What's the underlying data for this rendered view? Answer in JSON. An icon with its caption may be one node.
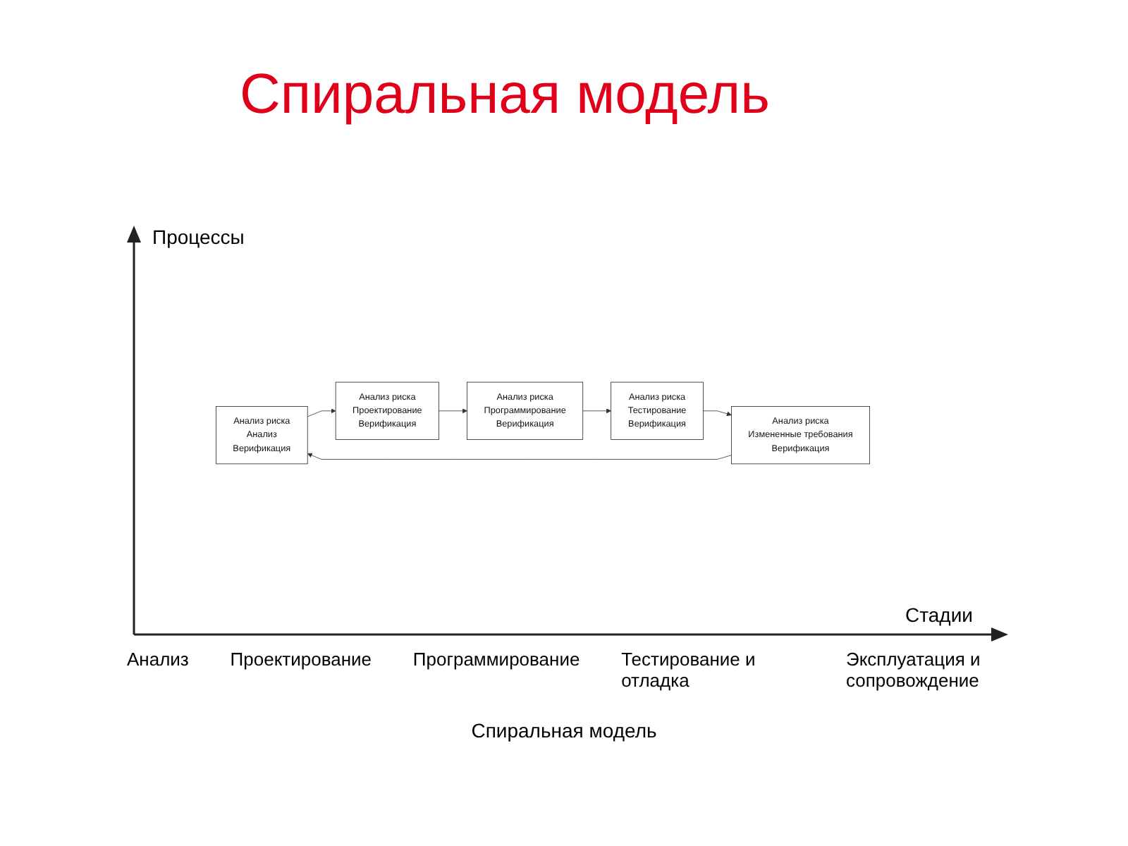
{
  "diagram": {
    "title": "Спиральная модель",
    "caption": "Спиральная модель",
    "nodes": [
      {
        "text": [
          "Анализ риска",
          "Анализ",
          "Верификация"
        ]
      },
      {
        "text": [
          "Анализ риска",
          "Измененные требования",
          "Верификация"
        ]
      },
      {
        "text": [
          "Анализ риска",
          "Проектирование",
          "Верификация"
        ]
      },
      {
        "text": [
          "Анализ риска",
          "Программирование",
          "Верификация"
        ]
      },
      {
        "text": [
          "Анализ риска",
          "Тестирование",
          "Верификация"
        ]
      }
    ],
    "edges": [
      {
        "from": 0,
        "to": 2,
        "arrow": "to"
      },
      {
        "from": 2,
        "to": 3,
        "arrow": "to"
      },
      {
        "from": 3,
        "to": 4,
        "arrow": "to"
      },
      {
        "from": 4,
        "to": 1,
        "arrow": "to"
      },
      {
        "from": 1,
        "to": 0,
        "arrow": "to"
      }
    ],
    "labels": [
      "Процессы",
      "Стадии",
      "Анализ",
      "Проектирование",
      "Программирование",
      "Тестирование и отладка",
      "Эксплуатация и сопровождение"
    ]
  }
}
